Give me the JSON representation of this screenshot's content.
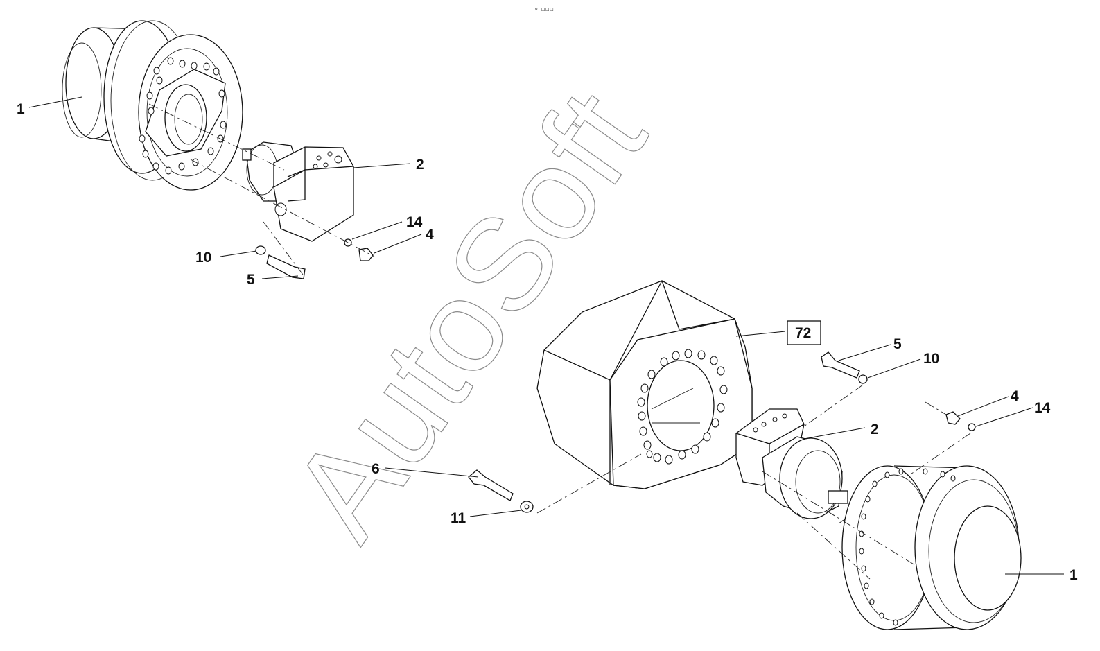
{
  "watermark": "AutoSoft",
  "header_mark": "⚬ ▫▫▫",
  "callouts": {
    "top_left_1": "1",
    "top_left_2": "2",
    "top_left_14": "14",
    "top_left_4": "4",
    "top_left_10": "10",
    "top_left_5": "5",
    "center_72": "72",
    "right_5": "5",
    "right_10": "10",
    "right_4": "4",
    "right_14": "14",
    "right_2": "2",
    "center_6": "6",
    "center_11": "11",
    "bottom_right_1": "1"
  }
}
